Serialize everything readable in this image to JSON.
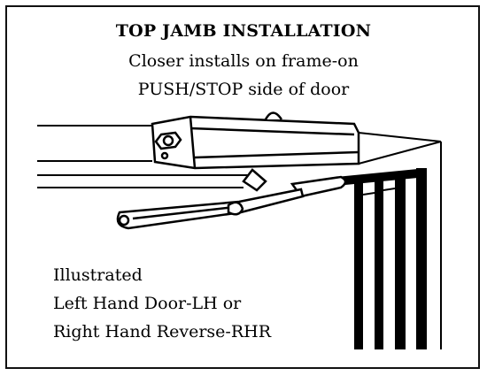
{
  "heading": {
    "title": "TOP JAMB INSTALLATION",
    "line1": "Closer installs on frame-on",
    "line2": "PUSH/STOP side of door"
  },
  "notes": {
    "line1": "Illustrated",
    "line2": "Left Hand Door-LH or",
    "line3": "Right Hand Reverse-RHR"
  },
  "colors": {
    "ink": "#000000",
    "paper": "#ffffff"
  }
}
